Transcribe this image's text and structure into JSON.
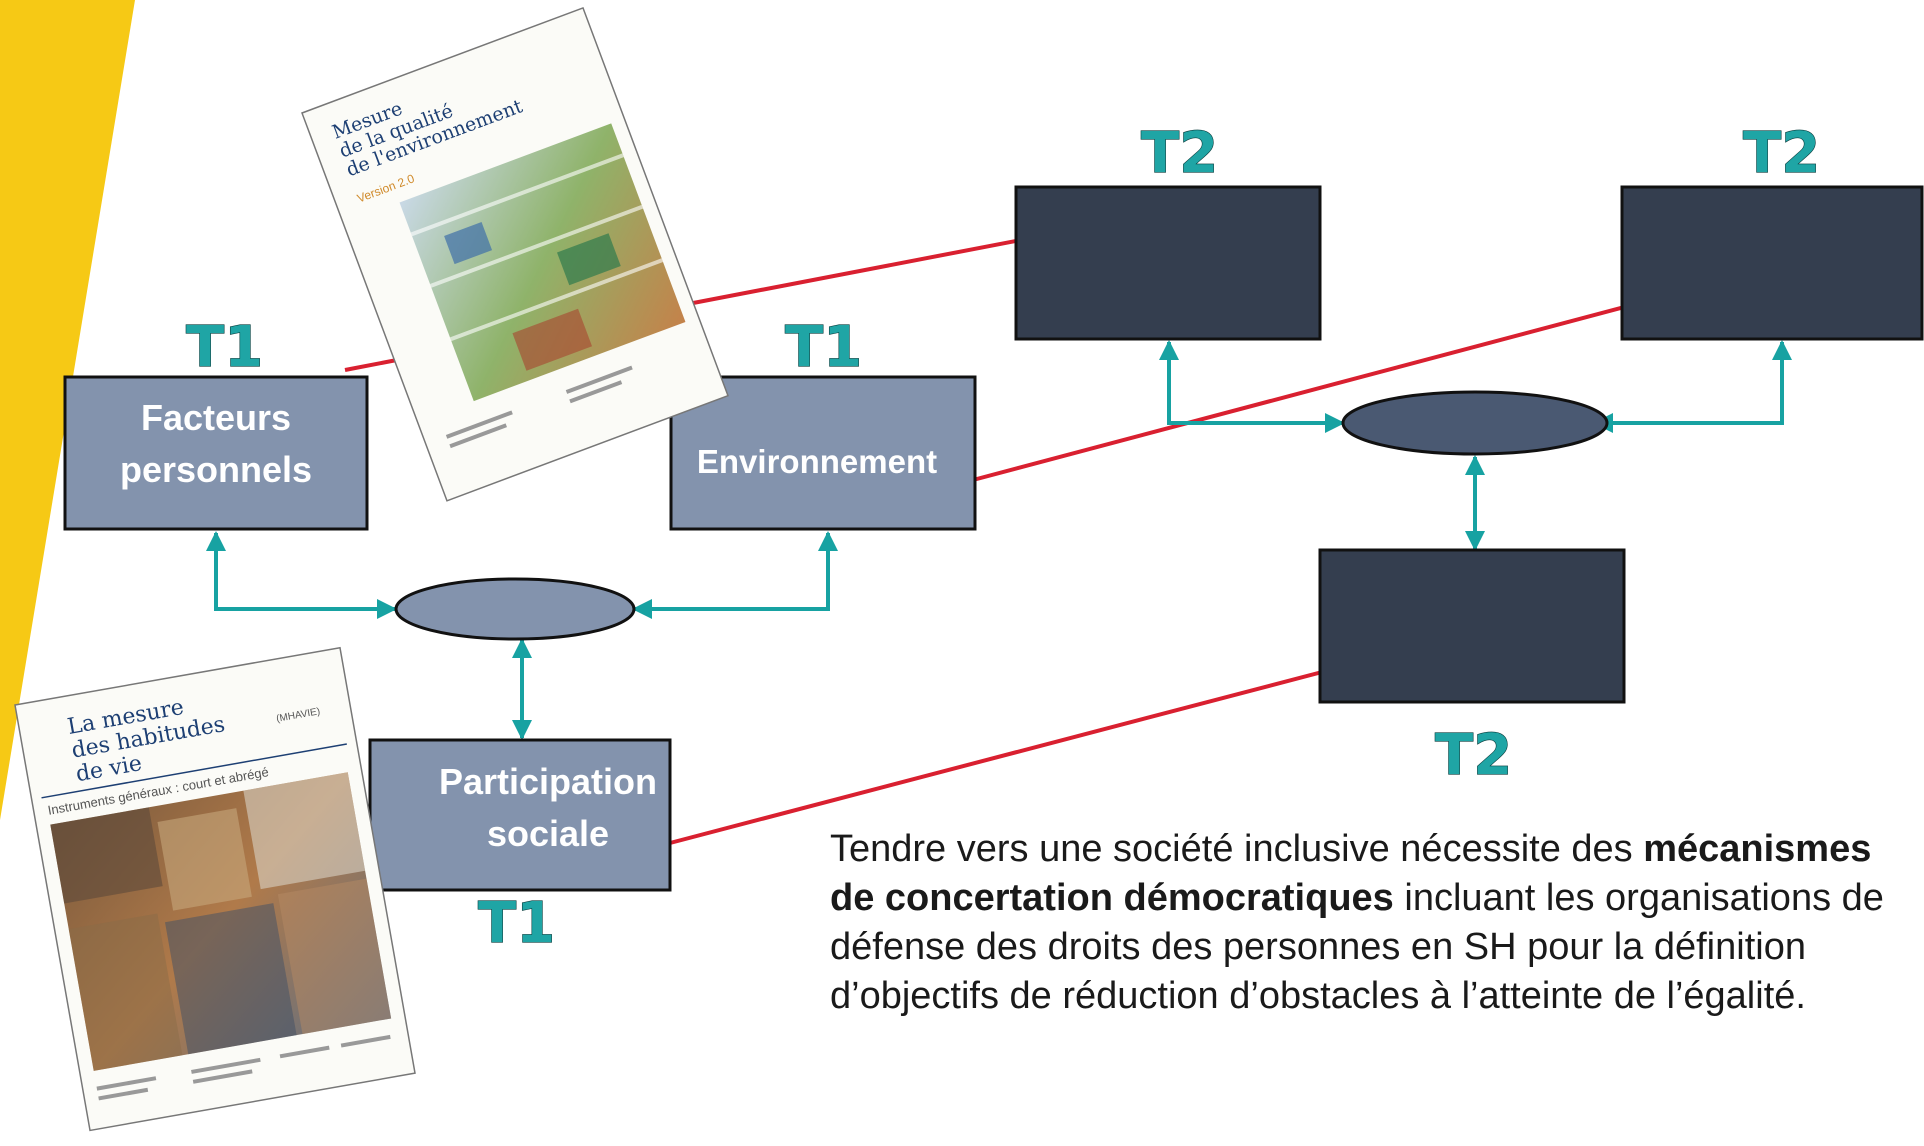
{
  "colors": {
    "yellow_band": "#f6c915",
    "t1_box": "#8393ad",
    "t2_box": "#343e4f",
    "arrow": "#17a2a2",
    "red_line": "#d92030",
    "t_label": "#1fa5a5"
  },
  "t1_boxes": {
    "facteurs": [
      "Facteurs",
      "personnels"
    ],
    "environnement": "Environnement",
    "participation": [
      "Participation",
      "sociale"
    ]
  },
  "t_labels": {
    "t1": "T1",
    "t2": "T2"
  },
  "book_environment": {
    "title": [
      "Mesure",
      "de la qualité",
      "de l'environnement"
    ],
    "version": "Version 2.0"
  },
  "book_habits": {
    "title": [
      "La mesure",
      "des habitudes",
      "de vie"
    ],
    "code": "(MHAVIE)",
    "subtitle": "Instruments généraux : court et abrégé"
  },
  "caption": {
    "before": "Tendre vers une société inclusive nécessite des ",
    "bold": "mécanismes de concertation démocratiques",
    "after": " incluant les organisations de défense des droits des personnes en SH pour la définition d’objectifs de réduction d’obstacles à l’atteinte de l’égalité."
  }
}
